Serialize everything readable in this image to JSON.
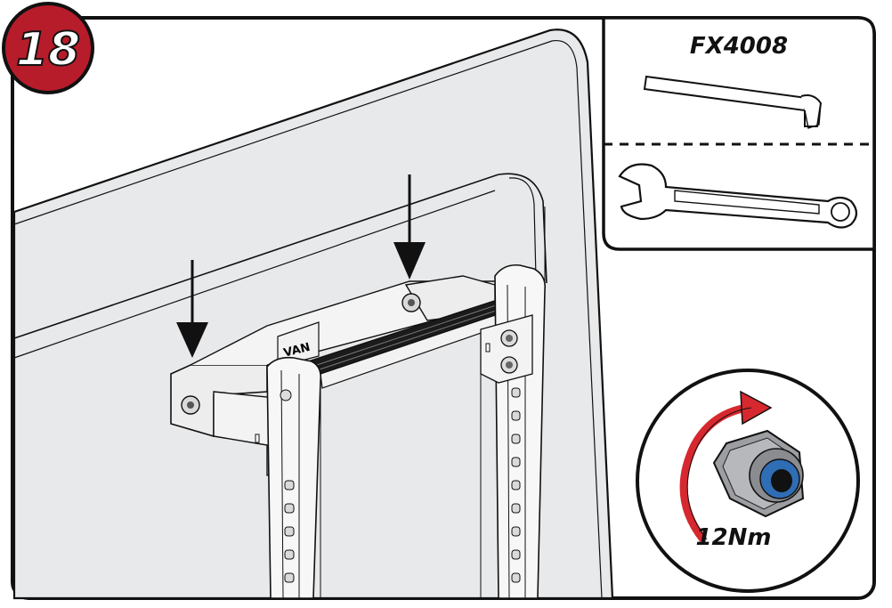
{
  "step": {
    "number": "18"
  },
  "tools": {
    "title": "FX4008",
    "items": [
      {
        "name": "hex-key"
      },
      {
        "name": "combination-spanner"
      }
    ]
  },
  "torque": {
    "value": "12Nm",
    "arrow_color": "#d7282f"
  },
  "badge": {
    "color": "#b71c2b"
  },
  "ladder": {
    "logo_text": "VAN"
  },
  "colors": {
    "roof": "#e8e9ea",
    "outline": "#111111",
    "nut": "#9c9ea2",
    "nylon_insert": "#2f6db5"
  }
}
